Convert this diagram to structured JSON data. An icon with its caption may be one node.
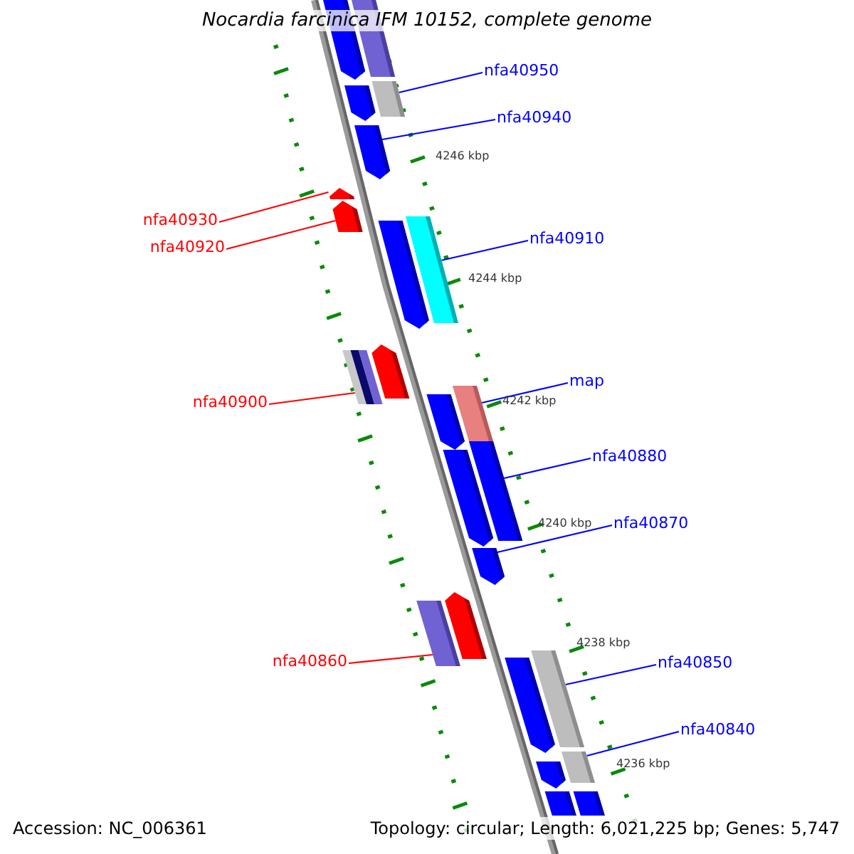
{
  "diagram": {
    "title": "Nocardia farcinica IFM 10152, complete genome",
    "nodes": [
      {
        "text": [],
        "shape": "arrow"
      },
      {
        "text": [],
        "shape": "bar"
      },
      {
        "text": [
          "nfa40950"
        ]
      },
      {
        "text": [],
        "shape": "arrow"
      },
      {
        "text": [],
        "shape": "bar"
      },
      {
        "text": [
          "nfa40940"
        ]
      },
      {
        "text": [],
        "shape": "arrow"
      },
      {
        "text": [
          "nfa40930"
        ]
      },
      {
        "text": [],
        "shape": "arrow"
      },
      {
        "text": [
          "nfa40920"
        ]
      },
      {
        "text": [],
        "shape": "arrow"
      },
      {
        "text": [
          "nfa40910"
        ]
      },
      {
        "text": [],
        "shape": "arrow"
      },
      {
        "text": [],
        "shape": "bar"
      },
      {
        "text": [
          "nfa40900"
        ]
      },
      {
        "text": [],
        "shape": "bar"
      },
      {
        "text": [],
        "shape": "arrow"
      },
      {
        "text": [
          "map"
        ]
      },
      {
        "text": [],
        "shape": "arrow"
      },
      {
        "text": [],
        "shape": "bar"
      },
      {
        "text": [
          "nfa40880"
        ]
      },
      {
        "text": [],
        "shape": "arrow"
      },
      {
        "text": [],
        "shape": "bar"
      },
      {
        "text": [
          "nfa40870"
        ]
      },
      {
        "text": [],
        "shape": "arrow"
      },
      {
        "text": [
          "nfa40860"
        ]
      },
      {
        "text": [],
        "shape": "bar"
      },
      {
        "text": [],
        "shape": "arrow"
      },
      {
        "text": [
          "nfa40850"
        ]
      },
      {
        "text": [],
        "shape": "arrow"
      },
      {
        "text": [],
        "shape": "bar"
      },
      {
        "text": [
          "nfa40840"
        ]
      },
      {
        "text": [],
        "shape": "arrow"
      },
      {
        "text": [],
        "shape": "bar"
      },
      {
        "text": [],
        "shape": "bar"
      },
      {
        "text": [],
        "shape": "bar"
      }
    ],
    "edges": [
      {
        "from": 2,
        "to": 4,
        "arrow": "none"
      },
      {
        "from": 5,
        "to": 6,
        "arrow": "none"
      },
      {
        "from": 7,
        "to": 8,
        "arrow": "none",
        "color": "#ff0000"
      },
      {
        "from": 9,
        "to": 10,
        "arrow": "none",
        "color": "#ff0000"
      },
      {
        "from": 11,
        "to": 13,
        "arrow": "none"
      },
      {
        "from": 14,
        "to": 15,
        "arrow": "none",
        "color": "#ff0000"
      },
      {
        "from": 17,
        "to": 19,
        "arrow": "none"
      },
      {
        "from": 20,
        "to": 22,
        "arrow": "none"
      },
      {
        "from": 23,
        "to": 24,
        "arrow": "none"
      },
      {
        "from": 25,
        "to": 26,
        "arrow": "none",
        "color": "#ff0000"
      },
      {
        "from": 28,
        "to": 30,
        "arrow": "none"
      },
      {
        "from": 31,
        "to": 33,
        "arrow": "none"
      }
    ],
    "labels": [
      "4246 kbp",
      "4244 kbp",
      "4242 kbp",
      "4240 kbp",
      "4238 kbp",
      "4236 kbp",
      "Accession: NC_006361",
      "Topology: circular; Length: 6,021,225 bp; Genes: 5,747"
    ]
  }
}
